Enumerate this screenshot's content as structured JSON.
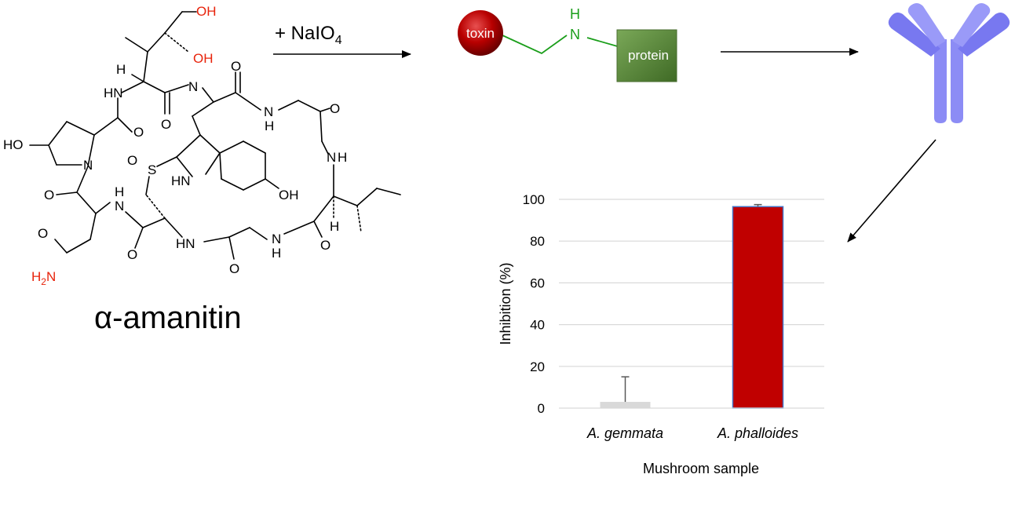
{
  "molecule": {
    "name": "α-amanitin",
    "atoms": {
      "oh_top": "OH",
      "oh_mid": "OH",
      "h_upper": "H",
      "hn_left": "HN",
      "n_top": "N",
      "o_top": "O",
      "o_left_carbonyl": "O",
      "n_right_top": "N",
      "h_right_top": "H",
      "o_right_top": "O",
      "ho_left": "HO",
      "n_pro": "N",
      "s_o": "S",
      "o_s": "O",
      "hn_indole": "HN",
      "oh_indole": "OH",
      "n_right": "N",
      "h_right": "H",
      "o_bottom_left": "O",
      "n_bottom_left": "N",
      "h_bottom_left": "H",
      "o_bottom_mid": "O",
      "hn_bottom": "HN",
      "o_bottom_right": "O",
      "n_bottom_right": "N",
      "h_bottom_right": "H",
      "o_lower_right": "O",
      "h_ile": "H",
      "o_asn": "O",
      "h2n": "H",
      "h2n_sub": "2",
      "h2n_n": "N"
    }
  },
  "reaction": {
    "reagent_prefix": "+ NaIO",
    "reagent_sub": "4"
  },
  "conjugate": {
    "toxin_label": "toxin",
    "protein_label": "protein",
    "nh_h": "H",
    "nh_n": "N",
    "toxin_color": "#c00000",
    "protein_color": "#548235",
    "linker_color": "#1a9e1a"
  },
  "antibody": {
    "color": "#8c8cf5"
  },
  "chart_data": {
    "type": "bar",
    "categories": [
      "A. gemmata",
      "A. phalloides"
    ],
    "values": [
      3,
      96.5
    ],
    "errors": [
      12,
      1
    ],
    "colors": [
      "#d9d9d9",
      "#c00000"
    ],
    "xlabel": "Mushroom sample",
    "ylabel": "Inhibition (%)",
    "ylim": [
      0,
      100
    ],
    "yticks": [
      0,
      20,
      40,
      60,
      80,
      100
    ],
    "grid": true
  }
}
